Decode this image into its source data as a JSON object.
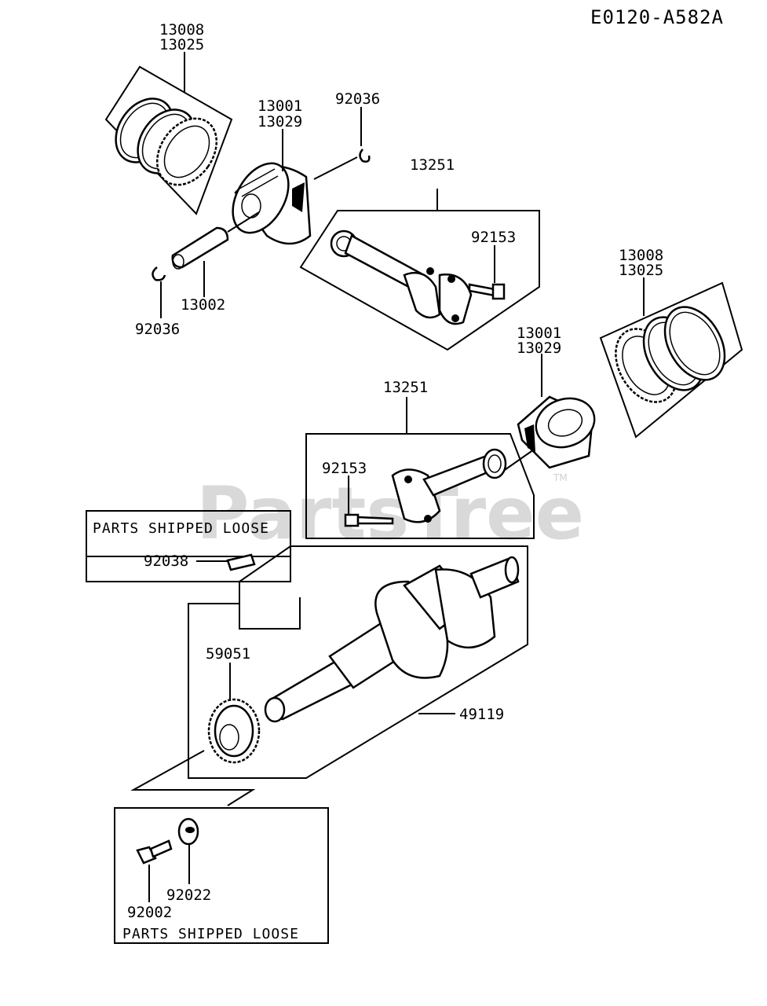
{
  "diagram_code": "E0120-A582A",
  "watermark": "PartsTree",
  "watermark_tm": "TM",
  "parts_shipped_loose_top": "PARTS SHIPPED LOOSE",
  "parts_shipped_loose_bottom": "PARTS SHIPPED LOOSE",
  "callouts": {
    "rings_top_a": "13008",
    "rings_top_b": "13025",
    "piston_top_a": "13001",
    "piston_top_b": "13029",
    "clip_top": "92036",
    "clip_left": "92036",
    "pin": "13002",
    "rod_top": "13251",
    "bolt_top": "92153",
    "rings_right_a": "13008",
    "rings_right_b": "13025",
    "piston_right_a": "13001",
    "piston_right_b": "13029",
    "rod_mid": "13251",
    "bolt_mid": "92153",
    "key": "92038",
    "gear": "59051",
    "crankshaft": "49119",
    "washer": "92022",
    "bolt_bottom": "92002"
  }
}
